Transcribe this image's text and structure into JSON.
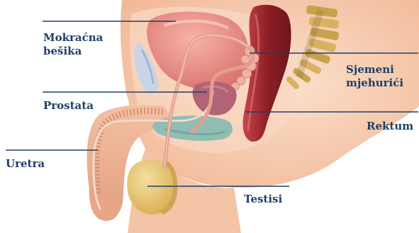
{
  "colors": {
    "label_text": "#1f3f68",
    "leader_line": "#1f3f68",
    "skin": "#f6c9ab",
    "bladder": "#ea8f87",
    "prostate": "#b06476",
    "rectum": "#9c2a30",
    "spine": "#c9a24e",
    "testis": "#e6c46d",
    "urethra_bulb": "#8fbdb3",
    "vas_deferens": "#e29f90"
  },
  "labels": {
    "bladder": [
      "Mokraćna",
      "bešika"
    ],
    "prostate": "Prostata",
    "urethra": "Uretra",
    "seminal_vesicles": [
      "Sjemeni",
      "mjehurići"
    ],
    "rectum": "Rektum",
    "testes": "Testisi"
  }
}
